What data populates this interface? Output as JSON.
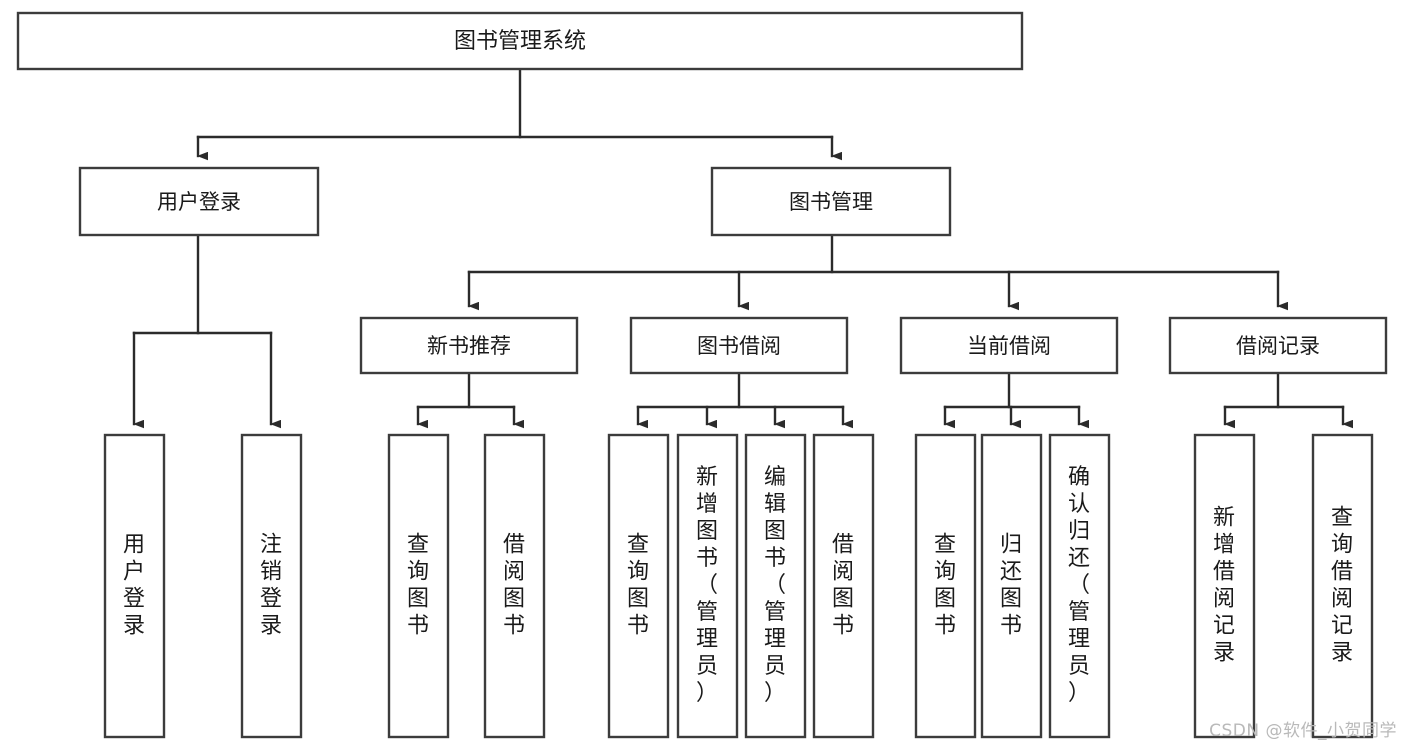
{
  "diagram": {
    "type": "hierarchy-tree",
    "title": "图书管理系统",
    "watermark": "CSDN @软件_小贺同学",
    "colors": {
      "box_stroke": "#3c3c3c",
      "box_fill": "#ffffff",
      "edge": "#2b2b2b",
      "text": "#1a1a1a",
      "watermark": "#b9b9b9",
      "background": "#ffffff"
    },
    "levels": {
      "root": {
        "id": "root",
        "label": "图书管理系统"
      },
      "level2": [
        {
          "id": "user-login",
          "label": "用户登录"
        },
        {
          "id": "book-manage",
          "label": "图书管理"
        }
      ],
      "level3": [
        {
          "id": "new-book-recommend",
          "label": "新书推荐",
          "parent": "book-manage"
        },
        {
          "id": "book-borrow",
          "label": "图书借阅",
          "parent": "book-manage"
        },
        {
          "id": "current-borrow",
          "label": "当前借阅",
          "parent": "book-manage"
        },
        {
          "id": "borrow-record",
          "label": "借阅记录",
          "parent": "book-manage"
        }
      ],
      "leaves": [
        {
          "id": "leaf-user-login",
          "label": "用户登录",
          "parent": "user-login"
        },
        {
          "id": "leaf-logout-login",
          "label": "注销登录",
          "parent": "user-login"
        },
        {
          "id": "leaf-query-book-1",
          "label": "查询图书",
          "parent": "new-book-recommend"
        },
        {
          "id": "leaf-borrow-book-1",
          "label": "借阅图书",
          "parent": "new-book-recommend"
        },
        {
          "id": "leaf-query-book-2",
          "label": "查询图书",
          "parent": "book-borrow"
        },
        {
          "id": "leaf-add-book",
          "label": "新增图书（管理员）",
          "parent": "book-borrow"
        },
        {
          "id": "leaf-edit-book",
          "label": "编辑图书（管理员）",
          "parent": "book-borrow"
        },
        {
          "id": "leaf-borrow-book-2",
          "label": "借阅图书",
          "parent": "book-borrow"
        },
        {
          "id": "leaf-query-book-3",
          "label": "查询图书",
          "parent": "current-borrow"
        },
        {
          "id": "leaf-return-book",
          "label": "归还图书",
          "parent": "current-borrow"
        },
        {
          "id": "leaf-confirm-return",
          "label": "确认归还（管理员）",
          "parent": "current-borrow"
        },
        {
          "id": "leaf-add-record",
          "label": "新增借阅记录",
          "parent": "borrow-record"
        },
        {
          "id": "leaf-query-record",
          "label": "查询借阅记录",
          "parent": "borrow-record"
        }
      ]
    }
  }
}
